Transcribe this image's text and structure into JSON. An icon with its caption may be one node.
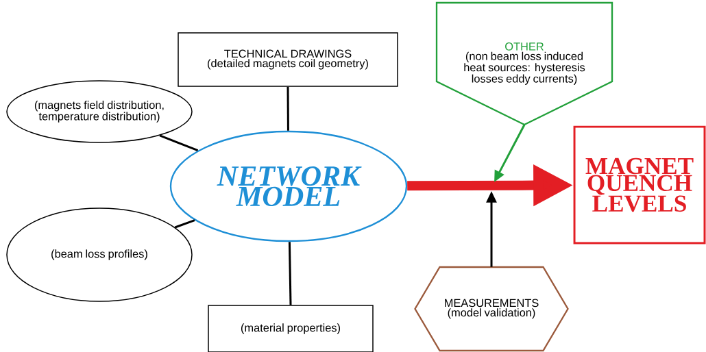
{
  "diagram": {
    "nodes": [
      {
        "text": [
          "TECHNICAL DRAWINGS",
          "(detailed magnets coil geometry)"
        ]
      },
      {
        "text": [
          "OTHER",
          "(non beam loss induced heat sources: hysteresis losses eddy currents)"
        ]
      },
      {
        "text": [
          "(magnets field distribution, temperature distribution)"
        ]
      },
      {
        "text": [
          "NETWORK MODEL"
        ]
      },
      {
        "text": [
          "MAGNET QUENCH LEVELS"
        ]
      },
      {
        "text": [
          "(beam loss profiles)"
        ]
      },
      {
        "text": [
          "MEASUREMENTS",
          "(model validation)"
        ]
      },
      {
        "text": [
          "(material properties)"
        ]
      }
    ],
    "edges": [
      {
        "from": 0,
        "to": 3,
        "arrow": "none"
      },
      {
        "from": 2,
        "to": 3,
        "arrow": "none"
      },
      {
        "from": 5,
        "to": 3,
        "arrow": "none"
      },
      {
        "from": 7,
        "to": 3,
        "arrow": "none"
      },
      {
        "from": 3,
        "to": 4,
        "arrow": "to",
        "style": "thick",
        "color": "#e31e24"
      },
      {
        "from": 1,
        "to": null,
        "arrow": "to",
        "color": "#22a03a"
      },
      {
        "from": 6,
        "to": null,
        "arrow": "to"
      }
    ]
  }
}
